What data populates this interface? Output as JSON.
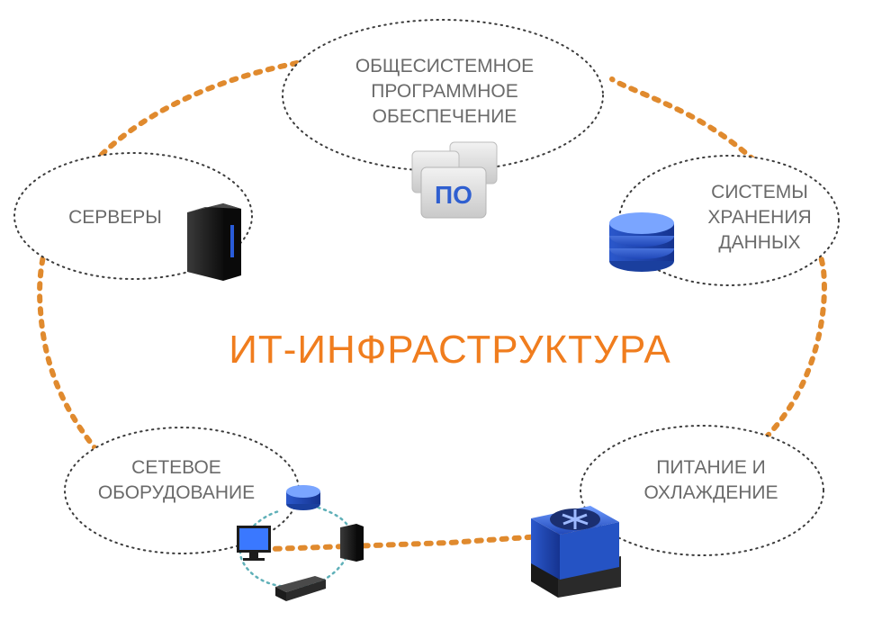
{
  "title": "ИТ-ИНФРАСТРУКТУРА",
  "nodes": {
    "software": {
      "lines": [
        "ОБЩЕСИСТЕМНОЕ",
        "ПРОГРАММНОЕ",
        "ОБЕСПЕЧЕНИЕ"
      ],
      "icon": "software-boxes-icon",
      "icon_text": "ПО"
    },
    "servers": {
      "lines": [
        "СЕРВЕРЫ"
      ],
      "icon": "server-tower-icon"
    },
    "storage": {
      "lines": [
        "СИСТЕМЫ",
        "ХРАНЕНИЯ",
        "ДАННЫХ"
      ],
      "icon": "database-stack-icon"
    },
    "network": {
      "lines": [
        "СЕТЕВОЕ",
        "ОБОРУДОВАНИЕ"
      ],
      "icon": "network-devices-icon"
    },
    "power": {
      "lines": [
        "ПИТАНИЕ И",
        "ОХЛАЖДЕНИЕ"
      ],
      "icon": "cooling-unit-icon"
    }
  },
  "colors": {
    "title": "#f07d1e",
    "ring_dots": "#e08a2e",
    "bubble_dots": "#3c3c3c",
    "label_text": "#6a6a6a",
    "icon_blue": "#2f5fd0",
    "icon_dark": "#1a1a1a"
  }
}
